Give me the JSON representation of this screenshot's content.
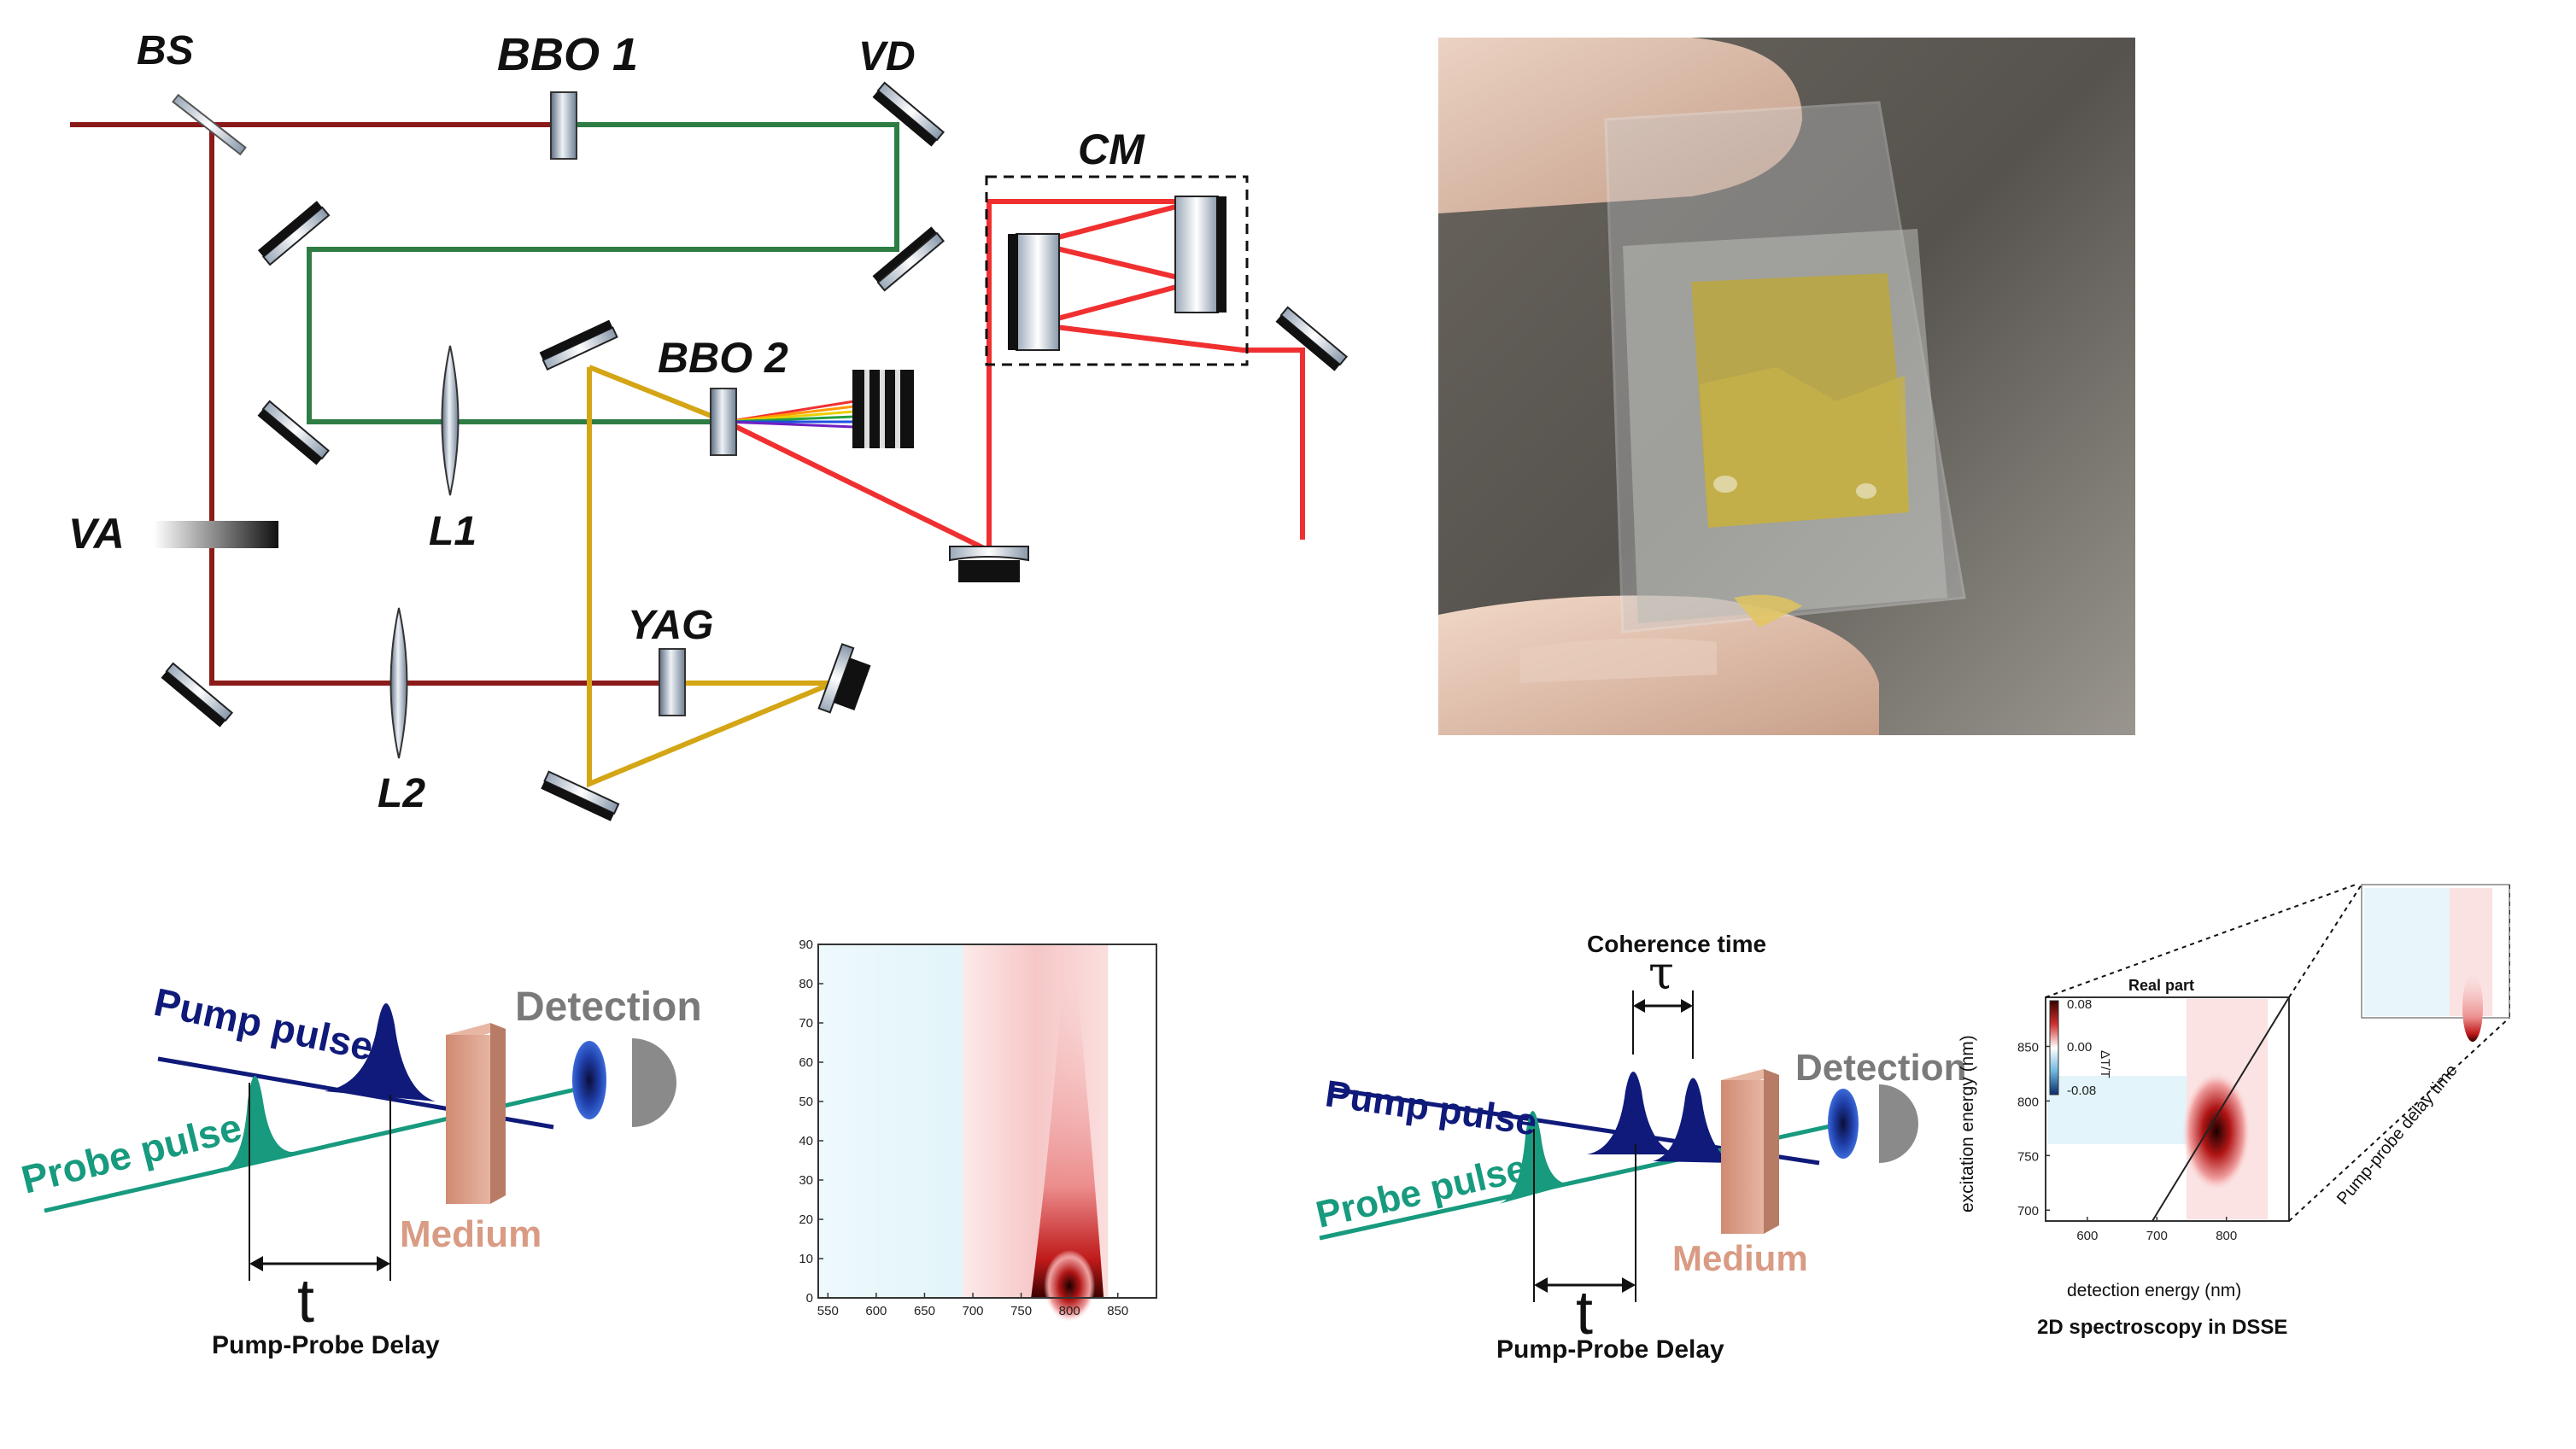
{
  "setup": {
    "labels": {
      "bs": "BS",
      "bbo1": "BBO  1",
      "vd": "VD",
      "cm": "CM",
      "bbo2": "BBO 2",
      "va": "VA",
      "l1": "L1",
      "yag": "YAG",
      "l2": "L2"
    },
    "colors": {
      "fundamental": "#8b1a1a",
      "second_harmonic": "#2e7d44",
      "yag_beam": "#d4a514",
      "output_beam": "#f03030"
    }
  },
  "pump_probe": {
    "pump_label": "Pump pulse",
    "probe_label": "Probe pulse",
    "detection_label": "Detection",
    "medium_label": "Medium",
    "t_label": "t",
    "delay_label": "Pump-Probe Delay",
    "colors": {
      "pump": "#0f1a7a",
      "probe": "#179a7e",
      "medium": "#d99b84",
      "detector": "#7a7a7a"
    }
  },
  "chart_data": {
    "type": "heatmap",
    "title": "",
    "xlabel": "",
    "ylabel": "",
    "xlim": [
      540,
      890
    ],
    "ylim": [
      0,
      90
    ],
    "x_ticks": [
      "550",
      "600",
      "650",
      "700",
      "750",
      "800",
      "850"
    ],
    "y_ticks": [
      "0",
      "10",
      "20",
      "30",
      "40",
      "50",
      "60",
      "70",
      "80",
      "90"
    ],
    "features": [
      {
        "range": [
          540,
          690
        ],
        "sign": "negative",
        "level": 0.15
      },
      {
        "range": [
          690,
          840
        ],
        "sign": "positive",
        "level": 0.4
      },
      {
        "peak": {
          "x": 800,
          "y": 0
        },
        "sign": "positive",
        "level": 1.0
      }
    ]
  },
  "two_d": {
    "coherence_label": "Coherence time",
    "tau_label": "τ",
    "pump_label": "Pump pulse",
    "probe_label": "Probe pulse",
    "detection_label": "Detection",
    "medium_label": "Medium",
    "t_label": "t",
    "delay_label": "Pump-Probe Delay",
    "map_title": "Real part",
    "y_axis_label": "excitation energy (nm)",
    "x_axis_label": "detection energy (nm)",
    "caption": "2D spectroscopy in DSSE",
    "delay_axis_label": "Pump-probe delay time",
    "colorbar_label": "ΔT/T",
    "colorbar_ticks": [
      "0.08",
      "0.00",
      "-0.08"
    ],
    "x_ticks": [
      "600",
      "700",
      "800"
    ],
    "y_ticks": [
      "700",
      "750",
      "800",
      "850"
    ],
    "xlim": [
      540,
      890
    ],
    "ylim": [
      690,
      895
    ]
  }
}
